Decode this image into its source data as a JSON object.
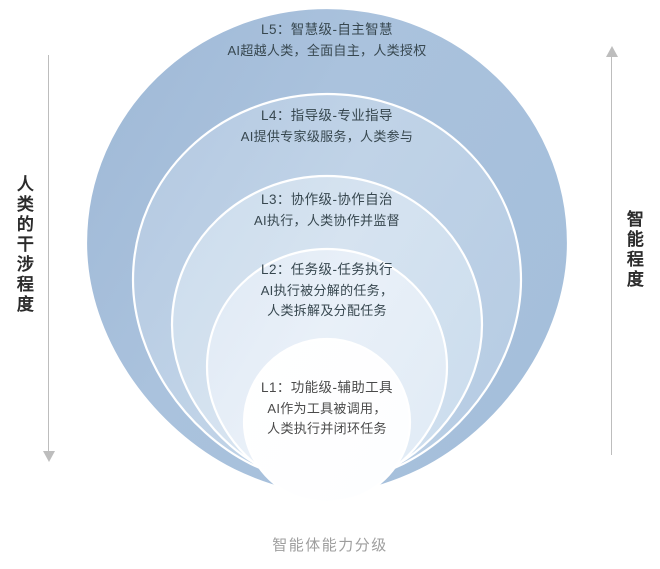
{
  "caption": "智能体能力分级",
  "axes": {
    "left": {
      "label": "人类的干涉程度",
      "direction": "down",
      "arrow_icon": "arrow-down-icon",
      "line_color": "#bdbdbd"
    },
    "right": {
      "label": "智能程度",
      "direction": "up",
      "arrow_icon": "arrow-up-icon",
      "line_color": "#bdbdbd"
    }
  },
  "chart_data": {
    "type": "diagram",
    "shape": "nested-concentric-petals",
    "title": "智能体能力分级",
    "levels": [
      {
        "id": "L5",
        "title": "L5：智慧级-自主智慧",
        "desc_lines": [
          "AI超越人类，全面自主，人类授权"
        ],
        "fill": "#a8c0dc",
        "rank": 5
      },
      {
        "id": "L4",
        "title": "L4：指导级-专业指导",
        "desc_lines": [
          "AI提供专家级服务，人类参与"
        ],
        "fill": "#bacee4",
        "rank": 4
      },
      {
        "id": "L3",
        "title": "L3：协作级-协作自治",
        "desc_lines": [
          "AI执行，人类协作并监督"
        ],
        "fill": "#cfdeee",
        "rank": 3
      },
      {
        "id": "L2",
        "title": "L2：任务级-任务执行",
        "desc_lines": [
          "AI执行被分解的任务，",
          "人类拆解及分配任务"
        ],
        "fill": "#e3ecf6",
        "rank": 2
      },
      {
        "id": "L1",
        "title": "L1：功能级-辅助工具",
        "desc_lines": [
          "AI作为工具被调用，",
          "人类执行并闭环任务"
        ],
        "fill": "#ffffff",
        "rank": 1
      }
    ],
    "palette": {
      "outer": "#a8c0dc",
      "inner": "#ffffff",
      "stroke": "#ffffff",
      "text": "#37474f",
      "caption": "#9e9e9e"
    }
  }
}
